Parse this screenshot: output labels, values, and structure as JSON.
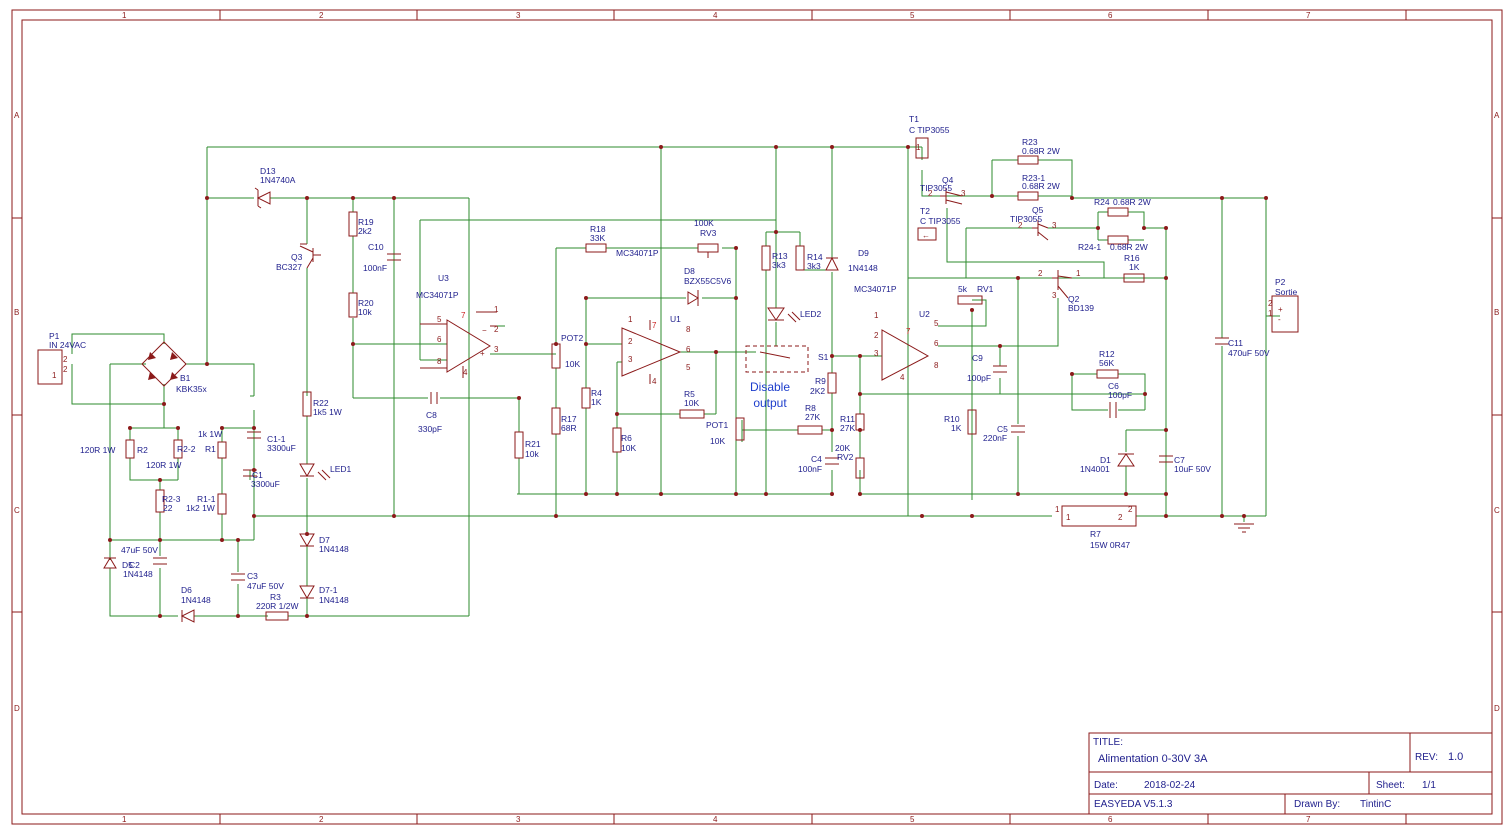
{
  "grid": {
    "columns": [
      "1",
      "2",
      "3",
      "4",
      "5",
      "6",
      "7"
    ],
    "rows": [
      "A",
      "B",
      "C",
      "D"
    ]
  },
  "title_block": {
    "title_label": "TITLE:",
    "title": "Alimentation 0-30V 3A",
    "rev_label": "REV:",
    "rev": "1.0",
    "date_label": "Date:",
    "date": "2018-02-24",
    "sheet_label": "Sheet:",
    "sheet": "1/1",
    "software": "EASYEDA V5.1.3",
    "drawn_by_label": "Drawn By:",
    "drawn_by": "TintinC"
  },
  "annotation": {
    "disable_output": "Disable output"
  },
  "labels": [
    {
      "id": "d13-ref",
      "text": "D13"
    },
    {
      "id": "d13-val",
      "text": "1N4740A"
    },
    {
      "id": "t1-ref",
      "text": "T1"
    },
    {
      "id": "t1-val",
      "text": "C TIP3055"
    },
    {
      "id": "r19-ref",
      "text": "R19"
    },
    {
      "id": "r19-val",
      "text": "2k2"
    },
    {
      "id": "c10-ref",
      "text": "C10"
    },
    {
      "id": "c10-val",
      "text": "100nF"
    },
    {
      "id": "q3-ref",
      "text": "Q3"
    },
    {
      "id": "q3-val",
      "text": "BC327"
    },
    {
      "id": "r20-ref",
      "text": "R20"
    },
    {
      "id": "r20-val",
      "text": "10k"
    },
    {
      "id": "u3-ref",
      "text": "U3"
    },
    {
      "id": "u3-val",
      "text": "MC34071P"
    },
    {
      "id": "p1-ref",
      "text": "P1"
    },
    {
      "id": "p1-val",
      "text": "IN 24VAC"
    },
    {
      "id": "b1-ref",
      "text": "B1"
    },
    {
      "id": "b1-val",
      "text": "KBK35x"
    },
    {
      "id": "r22-ref",
      "text": "R22"
    },
    {
      "id": "r22-val",
      "text": "1k5 1W"
    },
    {
      "id": "c8-ref",
      "text": "C8"
    },
    {
      "id": "c8-val",
      "text": "330pF"
    },
    {
      "id": "r21-ref",
      "text": "R21"
    },
    {
      "id": "r21-val",
      "text": "10k"
    },
    {
      "id": "r2-ref",
      "text": "R2"
    },
    {
      "id": "r2-val",
      "text": "120R 1W"
    },
    {
      "id": "r22b-ref",
      "text": "R2-2"
    },
    {
      "id": "r22b-val",
      "text": "120R 1W"
    },
    {
      "id": "r1-ref",
      "text": "R1"
    },
    {
      "id": "r1-val",
      "text": "1k 1W"
    },
    {
      "id": "c11b-ref",
      "text": "C1-1"
    },
    {
      "id": "c11b-val",
      "text": "3300uF"
    },
    {
      "id": "c1-ref",
      "text": "C1"
    },
    {
      "id": "c1-val",
      "text": "3300uF"
    },
    {
      "id": "r23b-ref",
      "text": "R2-3"
    },
    {
      "id": "r23b-val",
      "text": "22"
    },
    {
      "id": "r11b-ref",
      "text": "R1-1"
    },
    {
      "id": "r11b-val",
      "text": "1k2 1W"
    },
    {
      "id": "led1-ref",
      "text": "LED1"
    },
    {
      "id": "d7-ref",
      "text": "D7"
    },
    {
      "id": "d7-val",
      "text": "1N4148"
    },
    {
      "id": "d71-ref",
      "text": "D7-1"
    },
    {
      "id": "d71-val",
      "text": "1N4148"
    },
    {
      "id": "d5-ref",
      "text": "D5"
    },
    {
      "id": "d5-val",
      "text": "1N4148"
    },
    {
      "id": "c2-ref",
      "text": "C2"
    },
    {
      "id": "c2-val",
      "text": "47uF 50V"
    },
    {
      "id": "c3-ref",
      "text": "C3"
    },
    {
      "id": "c3-val",
      "text": "47uF 50V"
    },
    {
      "id": "d6-ref",
      "text": "D6"
    },
    {
      "id": "d6-val",
      "text": "1N4148"
    },
    {
      "id": "r3-ref",
      "text": "R3"
    },
    {
      "id": "r3-val",
      "text": "220R 1/2W"
    },
    {
      "id": "r18-ref",
      "text": "R18"
    },
    {
      "id": "r18-val",
      "text": "33K"
    },
    {
      "id": "rv3-ref",
      "text": "RV3"
    },
    {
      "id": "rv3-val",
      "text": "100K"
    },
    {
      "id": "u1-val",
      "text": "MC34071P"
    },
    {
      "id": "u1-ref",
      "text": "U1"
    },
    {
      "id": "d8-ref",
      "text": "D8"
    },
    {
      "id": "d8-val",
      "text": "BZX55C5V6"
    },
    {
      "id": "pot2-ref",
      "text": "POT2"
    },
    {
      "id": "pot2-val",
      "text": "10K"
    },
    {
      "id": "r4-ref",
      "text": "R4"
    },
    {
      "id": "r4-val",
      "text": "1K"
    },
    {
      "id": "r17-ref",
      "text": "R17"
    },
    {
      "id": "r17-val",
      "text": "68R"
    },
    {
      "id": "r5-ref",
      "text": "R5"
    },
    {
      "id": "r5-val",
      "text": "10K"
    },
    {
      "id": "r6-ref",
      "text": "R6"
    },
    {
      "id": "r6-val",
      "text": "10K"
    },
    {
      "id": "pot1-ref",
      "text": "POT1"
    },
    {
      "id": "pot1-val",
      "text": "10K"
    },
    {
      "id": "r13-ref",
      "text": "R13"
    },
    {
      "id": "r13-val",
      "text": "3k3"
    },
    {
      "id": "r14-ref",
      "text": "R14"
    },
    {
      "id": "r14-val",
      "text": "3k3"
    },
    {
      "id": "d9-ref",
      "text": "D9"
    },
    {
      "id": "d9-val",
      "text": "1N4148"
    },
    {
      "id": "led2-ref",
      "text": "LED2"
    },
    {
      "id": "s1-ref",
      "text": "S1"
    },
    {
      "id": "r9-ref",
      "text": "R9"
    },
    {
      "id": "r9-val",
      "text": "2K2"
    },
    {
      "id": "r8-ref",
      "text": "R8"
    },
    {
      "id": "r8-val",
      "text": "27K"
    },
    {
      "id": "r11-ref",
      "text": "R11"
    },
    {
      "id": "r11-val",
      "text": "27K"
    },
    {
      "id": "c4-ref",
      "text": "C4"
    },
    {
      "id": "c4-val",
      "text": "100nF"
    },
    {
      "id": "rv2-ref",
      "text": "RV2"
    },
    {
      "id": "rv2-val",
      "text": "20K"
    },
    {
      "id": "u2-val",
      "text": "MC34071P"
    },
    {
      "id": "u2-ref",
      "text": "U2"
    },
    {
      "id": "rv1-ref",
      "text": "RV1"
    },
    {
      "id": "rv1-val",
      "text": "5k"
    },
    {
      "id": "c9-ref",
      "text": "C9"
    },
    {
      "id": "c9-val",
      "text": "100pF"
    },
    {
      "id": "r10-ref",
      "text": "R10"
    },
    {
      "id": "r10-val",
      "text": "1K"
    },
    {
      "id": "c5-ref",
      "text": "C5"
    },
    {
      "id": "c5-val",
      "text": "220nF"
    },
    {
      "id": "q4-ref",
      "text": "Q4"
    },
    {
      "id": "q4-val",
      "text": "TIP3055"
    },
    {
      "id": "t2-ref",
      "text": "T2"
    },
    {
      "id": "t2-val",
      "text": "C TIP3055"
    },
    {
      "id": "r23-ref",
      "text": "R23"
    },
    {
      "id": "r23-val",
      "text": "0.68R 2W"
    },
    {
      "id": "r231-ref",
      "text": "R23-1"
    },
    {
      "id": "r231-val",
      "text": "0.68R 2W"
    },
    {
      "id": "q5-ref",
      "text": "Q5"
    },
    {
      "id": "q5-val",
      "text": "TIP3055"
    },
    {
      "id": "r24-ref",
      "text": "R24"
    },
    {
      "id": "r24-val",
      "text": "0.68R 2W"
    },
    {
      "id": "r241-ref",
      "text": "R24-1"
    },
    {
      "id": "r241-val",
      "text": "0.68R 2W"
    },
    {
      "id": "r16-ref",
      "text": "R16"
    },
    {
      "id": "r16-val",
      "text": "1K"
    },
    {
      "id": "q2-ref",
      "text": "Q2"
    },
    {
      "id": "q2-val",
      "text": "BD139"
    },
    {
      "id": "r12-ref",
      "text": "R12"
    },
    {
      "id": "r12-val",
      "text": "56K"
    },
    {
      "id": "c6-ref",
      "text": "C6"
    },
    {
      "id": "c6-val",
      "text": "100pF"
    },
    {
      "id": "d1-ref",
      "text": "D1"
    },
    {
      "id": "d1-val",
      "text": "1N4001"
    },
    {
      "id": "c7-ref",
      "text": "C7"
    },
    {
      "id": "c7-val",
      "text": "10uF 50V"
    },
    {
      "id": "c11-ref",
      "text": "C11"
    },
    {
      "id": "c11-val",
      "text": "470uF 50V"
    },
    {
      "id": "p2-ref",
      "text": "P2"
    },
    {
      "id": "p2-val",
      "text": "Sortie"
    },
    {
      "id": "r7-ref",
      "text": "R7"
    },
    {
      "id": "r7-val",
      "text": "15W 0R47"
    }
  ]
}
